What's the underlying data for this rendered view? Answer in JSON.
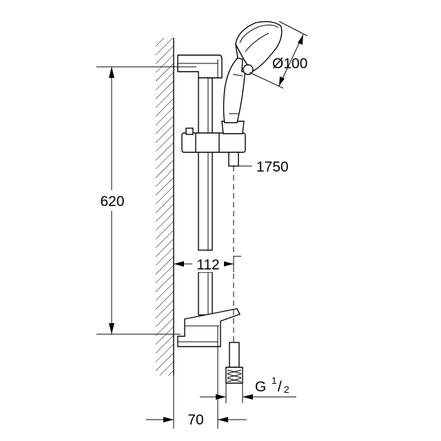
{
  "diagram": {
    "dimensions": {
      "height": "620",
      "head_diameter": "Ø100",
      "hose_length": "1750",
      "rail_offset": "112",
      "wall_offset": "70",
      "thread": {
        "base": "G ",
        "num": "1",
        "slash": "/",
        "den": "2"
      }
    },
    "colors": {
      "line": "#000000",
      "background": "#ffffff"
    }
  }
}
